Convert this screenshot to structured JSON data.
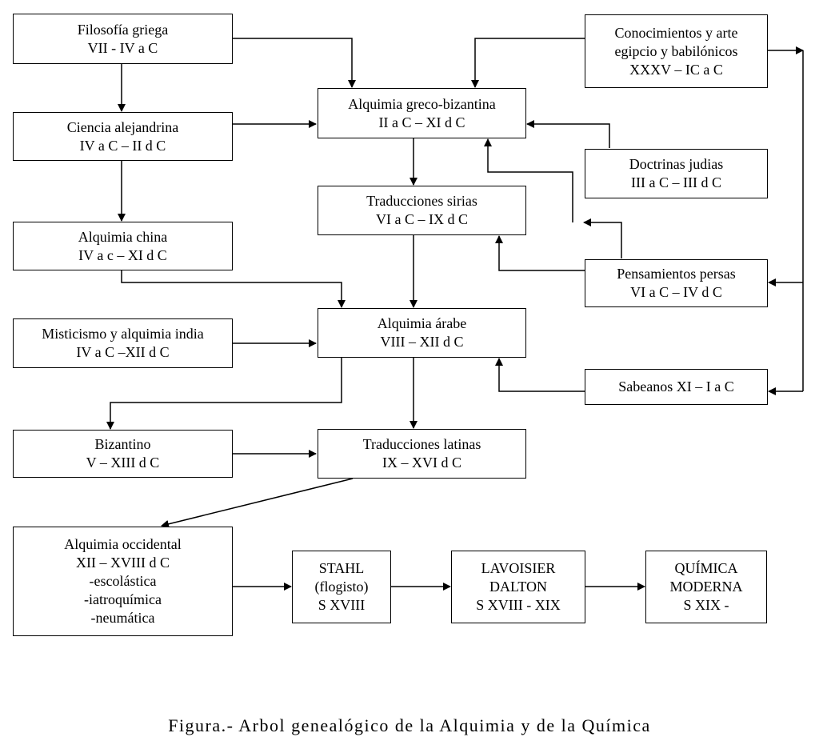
{
  "nodes": {
    "filosofia_griega": {
      "line1": "Filosofía griega",
      "line2": "VII - IV a C"
    },
    "ciencia_alejandrina": {
      "line1": "Ciencia alejandrina",
      "line2": "IV a C – II d C"
    },
    "alquimia_china": {
      "line1": "Alquimia china",
      "line2": "IV a c – XI d C"
    },
    "misticismo_india": {
      "line1": "Misticismo y alquimia india",
      "line2": "IV a C –XII d C"
    },
    "bizantino": {
      "line1": "Bizantino",
      "line2": "V – XIII d C"
    },
    "alquimia_greco_bizantina": {
      "line1": "Alquimia greco-bizantina",
      "line2": "II a C – XI d C"
    },
    "traducciones_sirias": {
      "line1": "Traducciones sirias",
      "line2": "VI a C – IX d C"
    },
    "alquimia_arabe": {
      "line1": "Alquimia árabe",
      "line2": "VIII – XII d C"
    },
    "traducciones_latinas": {
      "line1": "Traducciones latinas",
      "line2": "IX – XVI d C"
    },
    "conocimientos_egipcio": {
      "line1": "Conocimientos y arte",
      "line2": "egipcio y babilónicos",
      "line3": "XXXV – IC a C"
    },
    "doctrinas_judias": {
      "line1": "Doctrinas judias",
      "line2": "III a C – III d C"
    },
    "pensamientos_persas": {
      "line1": "Pensamientos persas",
      "line2": "VI a C – IV d C"
    },
    "sabeanos": {
      "line1": "Sabeanos XI – I a C"
    },
    "alquimia_occidental": {
      "line1": "Alquimia occidental",
      "line2": "XII – XVIII d C",
      "line3": "-escolástica",
      "line4": "-iatroquímica",
      "line5": "-neumática"
    },
    "stahl": {
      "line1": "STAHL",
      "line2": "(flogisto)",
      "line3": "S XVIII"
    },
    "lavoisier": {
      "line1": "LAVOISIER",
      "line2": "DALTON",
      "line3": "S XVIII - XIX"
    },
    "quimica_moderna": {
      "line1": "QUÍMICA",
      "line2": "MODERNA",
      "line3": "S XIX -"
    }
  },
  "caption": "Figura.- Arbol genealógico de la Alquimia y de la Química",
  "colors": {
    "line": "#000000",
    "background": "#ffffff"
  }
}
